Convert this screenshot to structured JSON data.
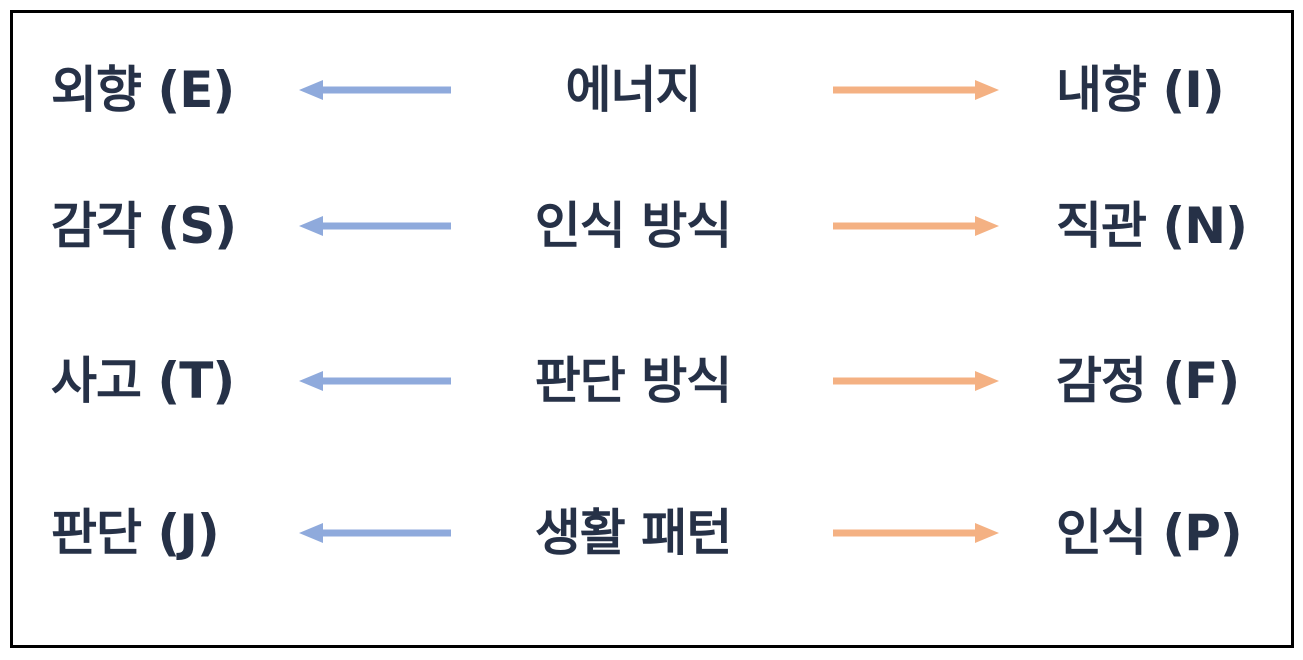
{
  "colors": {
    "text": "#263147",
    "left_arrow": "#8faadc",
    "right_arrow": "#f4b183",
    "border": "#000000"
  },
  "rows": [
    {
      "left": "외향 (E)",
      "center": "에너지",
      "right": "내향 (I)"
    },
    {
      "left": "감각 (S)",
      "center": "인식 방식",
      "right": "직관 (N)"
    },
    {
      "left": "사고 (T)",
      "center": "판단 방식",
      "right": "감정 (F)"
    },
    {
      "left": "판단 (J)",
      "center": "생활 패턴",
      "right": "인식 (P)"
    }
  ]
}
